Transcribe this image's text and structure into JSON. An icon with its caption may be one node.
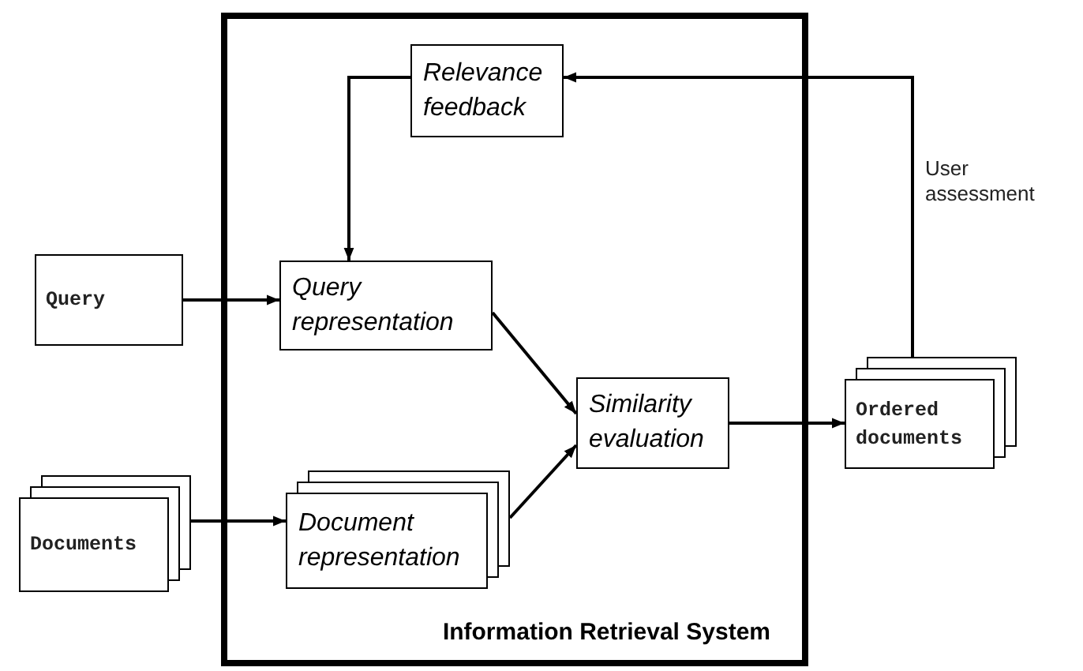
{
  "diagram": {
    "nodes": [
      {
        "text": [
          "Information Retrieval System"
        ]
      },
      {
        "text": [
          "Relevance feedback"
        ],
        "in": 0
      },
      {
        "text": [
          "Query"
        ]
      },
      {
        "text": [
          "Query representation"
        ],
        "in": 0
      },
      {
        "text": [
          "Similarity evaluation"
        ],
        "in": 0
      },
      {
        "text": [
          "Documents"
        ]
      },
      {
        "text": [
          "Document representation"
        ],
        "in": 0
      },
      {
        "text": [
          "Ordered documents"
        ]
      }
    ],
    "edges": [
      {
        "from": 2,
        "to": 3,
        "arrow": "to"
      },
      {
        "from": 5,
        "to": 6,
        "arrow": "to"
      },
      {
        "from": 3,
        "to": 4,
        "arrow": "to"
      },
      {
        "from": 6,
        "to": 4,
        "arrow": "to"
      },
      {
        "from": 4,
        "to": 7,
        "arrow": "to"
      },
      {
        "from": 7,
        "to": 1,
        "arrow": "to",
        "label": "User assessment"
      },
      {
        "from": 1,
        "to": 3,
        "arrow": "to"
      }
    ]
  }
}
